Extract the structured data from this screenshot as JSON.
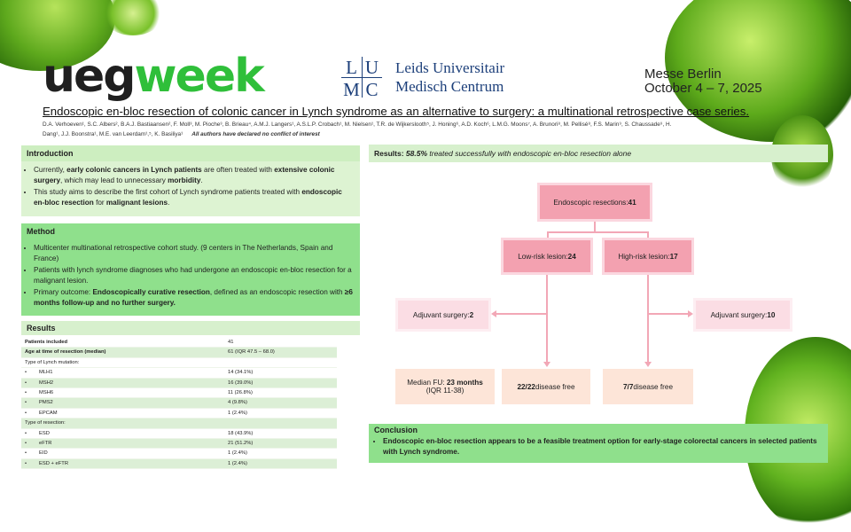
{
  "header": {
    "logo_ueg": "ueg",
    "logo_week": "week",
    "lumc_letters": [
      "L",
      "U",
      "M",
      "C"
    ],
    "institution_line1": "Leids Universitair",
    "institution_line2": "Medisch Centrum",
    "event_line1": "Messe Berlin",
    "event_line2": "October 4 – 7, 2025"
  },
  "title": "Endoscopic en-bloc resection of colonic cancer in Lynch syndrome as an alternative to surgery: a multinational retrospective case series.",
  "authors": "D.A. Verhoeven¹, S.C. Albers², B.A.J. Bastiaansen², F. Moll³, M. Pioche³, B. Brieau⁴, A.M.J. Langers¹, A.S.L.P. Crobach¹, M. Nielsen¹, T.R. de Wijkerslooth⁵, J. Honing⁶, A.D. Koch⁶, L.M.G. Moons⁷, A. Brunori⁸, M. Pellisé⁸, F.S. Marin⁹, S. Chaussade⁹, H. Dang¹, J.J. Boonstra¹, M.E. van Leerdam¹,⁵, K. Basiliya¹",
  "conflict": "All authors have declared no conflict of interest",
  "introduction": {
    "heading": "Introduction",
    "b1_pre": "Currently, ",
    "b1_bold1": "early colonic cancers in Lynch patients",
    "b1_mid": " are often treated with ",
    "b1_bold2": "extensive colonic surgery",
    "b1_mid2": ", which may lead to unnecessary ",
    "b1_bold3": "morbidity",
    "b1_end": ".",
    "b2_pre": "This study aims to describe the first cohort of Lynch syndrome patients treated with ",
    "b2_bold1": "endoscopic en-bloc resection",
    "b2_mid": " for ",
    "b2_bold2": "malignant lesions",
    "b2_end": "."
  },
  "method": {
    "heading": "Method",
    "b1": "Multicenter multinational retrospective cohort study. (9 centers in The Netherlands, Spain and France)",
    "b2": "Patients with lynch syndrome diagnoses who had undergone an endoscopic en-bloc resection for a malignant lesion.",
    "b3_pre": "Primary outcome: ",
    "b3_bold": "Endoscopically curative resection",
    "b3_mid": ", defined as an endoscopic resection with ",
    "b3_bold2": "≥6 months follow-up and no further surgery."
  },
  "results": {
    "heading": "Results",
    "rows": [
      {
        "label": "Patients included",
        "value": "41",
        "style": "bold"
      },
      {
        "label": "Age at time of resection (median)",
        "value": "61 (IQR 47.5 – 68.0)",
        "style": "bold shade"
      },
      {
        "label": "Type of Lynch mutation:",
        "value": "",
        "style": ""
      },
      {
        "label": "MLH1",
        "value": "14 (34.1%)",
        "style": "bullet"
      },
      {
        "label": "MSH2",
        "value": "16 (39.0%)",
        "style": "bullet shade"
      },
      {
        "label": "MSH6",
        "value": "11 (26.8%)",
        "style": "bullet"
      },
      {
        "label": "PMS2",
        "value": "4 (9.8%)",
        "style": "bullet shade"
      },
      {
        "label": "EPCAM",
        "value": "1 (2.4%)",
        "style": "bullet"
      },
      {
        "label": "Type of resection:",
        "value": "",
        "style": "shade"
      },
      {
        "label": "ESD",
        "value": "18 (43.9%)",
        "style": "bullet"
      },
      {
        "label": "eFTR",
        "value": "21 (51.2%)",
        "style": "bullet shade"
      },
      {
        "label": "EID",
        "value": "1 (2.4%)",
        "style": "bullet"
      },
      {
        "label": "ESD + eFTR",
        "value": "1 (2.4%)",
        "style": "bullet shade"
      }
    ]
  },
  "flowchart": {
    "banner_label": "Results: ",
    "banner_pct": "58.5%",
    "banner_rest": " treated successfully with endoscopic en-bloc resection alone",
    "total_label": "Endoscopic resections: ",
    "total_value": "41",
    "low_label": "Low-risk lesion: ",
    "low_value": "24",
    "high_label": "High-risk lesion: ",
    "high_value": "17",
    "adj_left_label": "Adjuvant surgery: ",
    "adj_left_value": "2",
    "adj_right_label": "Adjuvant surgery: ",
    "adj_right_value": "10",
    "fu_label": "Median FU: ",
    "fu_value": "23 months",
    "fu_iqr": "(IQR 11-38)",
    "low_df_value": "22/22",
    "low_df_label": " disease free",
    "high_df_value": "7/7",
    "high_df_label": " disease free"
  },
  "conclusion": {
    "heading": "Conclusion",
    "text": "Endoscopic en-bloc resection appears to be a feasible treatment option for early-stage colorectal cancers in selected patients with Lynch syndrome."
  }
}
